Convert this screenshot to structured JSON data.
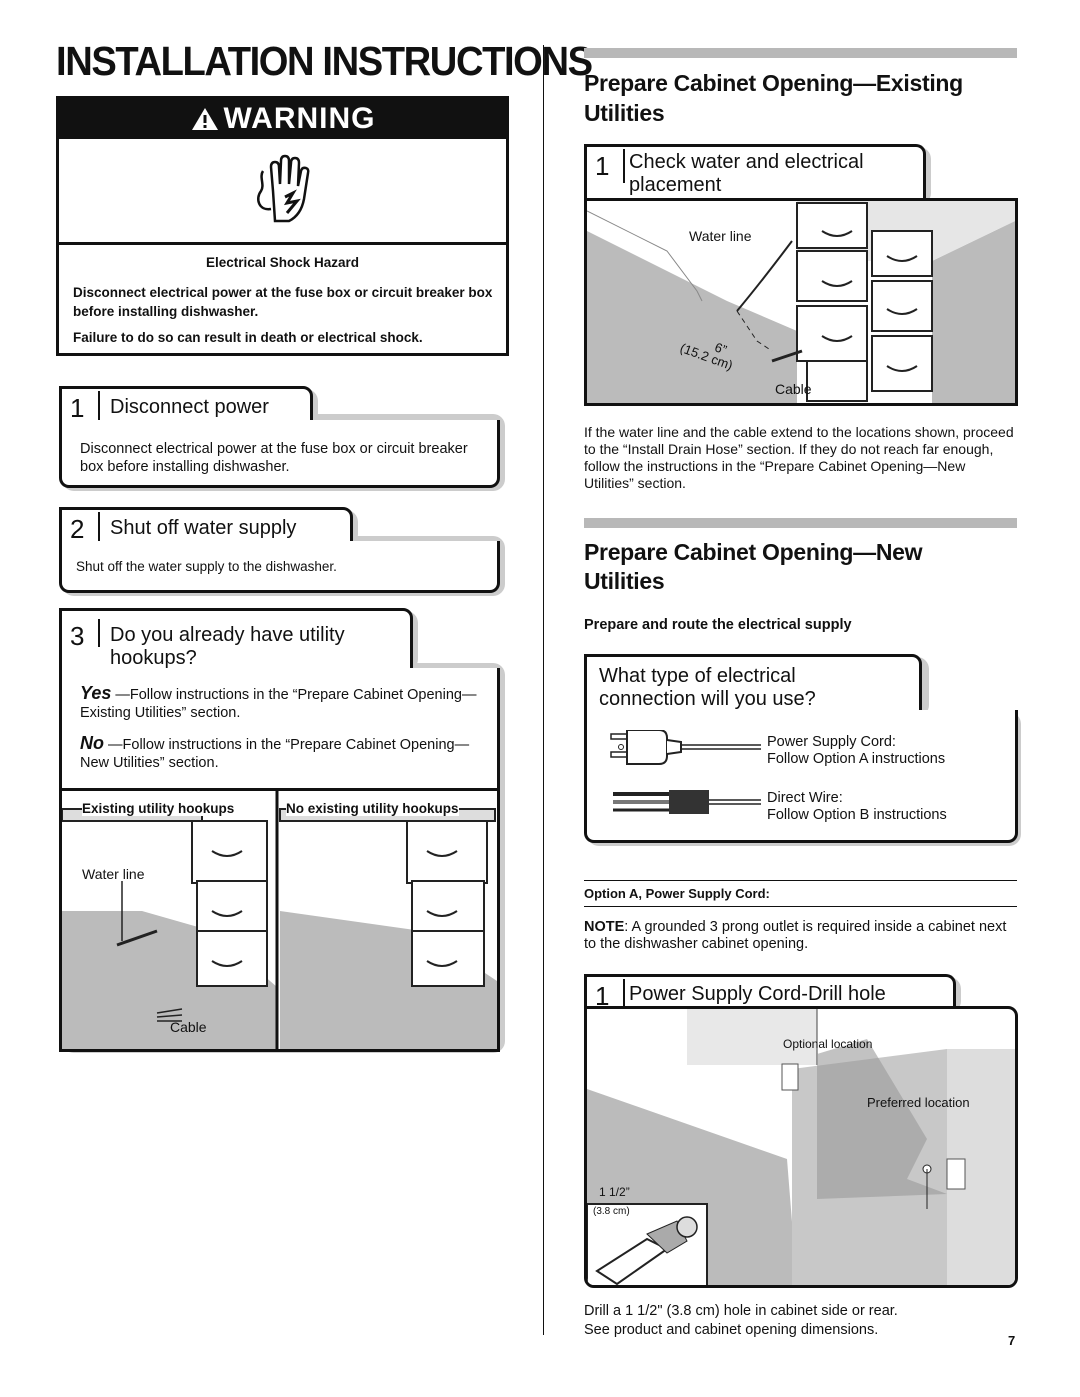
{
  "page_title": "INSTALLATION INSTRUCTIONS",
  "warning": {
    "label": "WARNING",
    "hazard_title": "Electrical Shock Hazard",
    "line1": "Disconnect electrical power at the fuse box or circuit breaker box before installing dishwasher.",
    "line2": "Failure to do so can result in death or electrical shock."
  },
  "steps_left": [
    {
      "num": "1",
      "label": "Disconnect power",
      "text": "Disconnect electrical power at the fuse box or circuit breaker box before installing dishwasher."
    },
    {
      "num": "2",
      "label": "Shut off water supply",
      "text": "Shut off the water supply to the dishwasher."
    },
    {
      "num": "3",
      "label_line1": "Do you already have utility",
      "label_line2": "hookups?",
      "yes_word": "Yes",
      "yes_text": " —Follow instructions in the “Prepare Cabinet Opening—Existing Utilities” section.",
      "no_word": "No",
      "no_text": " —Follow instructions in the “Prepare Cabinet Opening—New Utilities” section.",
      "fig_left": "Existing utility hookups",
      "fig_right": "No existing utility hookups",
      "water_line": "Water line",
      "cable": "Cable"
    }
  ],
  "existing": {
    "title_line1": "Prepare Cabinet Opening—Existing",
    "title_line2": "Utilities",
    "step_num": "1",
    "step_line1": "Check water and electrical",
    "step_line2": "placement",
    "water_line": "Water line",
    "dimension": "6”",
    "dimension_metric": "(15.2 cm)",
    "cable": "Cable",
    "note": "If the water line and the cable extend to the locations shown, proceed to the “Install Drain Hose” section. If they do not reach far enough, follow the instructions in the “Prepare Cabinet Opening—New Utilities” section."
  },
  "new_utilities": {
    "title_line1": "Prepare Cabinet Opening—New",
    "title_line2": "Utilities",
    "subhead": "Prepare and route the electrical supply",
    "question_line1": "What type of electrical",
    "question_line2": "connection will you use?",
    "opt_a_line1": "Power Supply Cord:",
    "opt_a_line2": "Follow Option A instructions",
    "opt_b_line1": "Direct Wire:",
    "opt_b_line2": "Follow Option B instructions",
    "option_a_head": "Option A, Power Supply Cord:",
    "note_label": "NOTE",
    "note_text": ": A grounded 3 prong outlet is required inside a cabinet next to the dishwasher cabinet opening.",
    "step_num": "1",
    "step_label": "Power Supply Cord-Drill hole",
    "optional_location": "Optional location",
    "preferred_location": "Preferred location",
    "hole_size": "1 1/2”",
    "hole_metric": "(3.8 cm)",
    "drill_line1": "Drill a 1 1/2\" (3.8 cm) hole in cabinet side or rear.",
    "drill_line2": "See product and cabinet opening dimensions."
  },
  "page_number": "7"
}
